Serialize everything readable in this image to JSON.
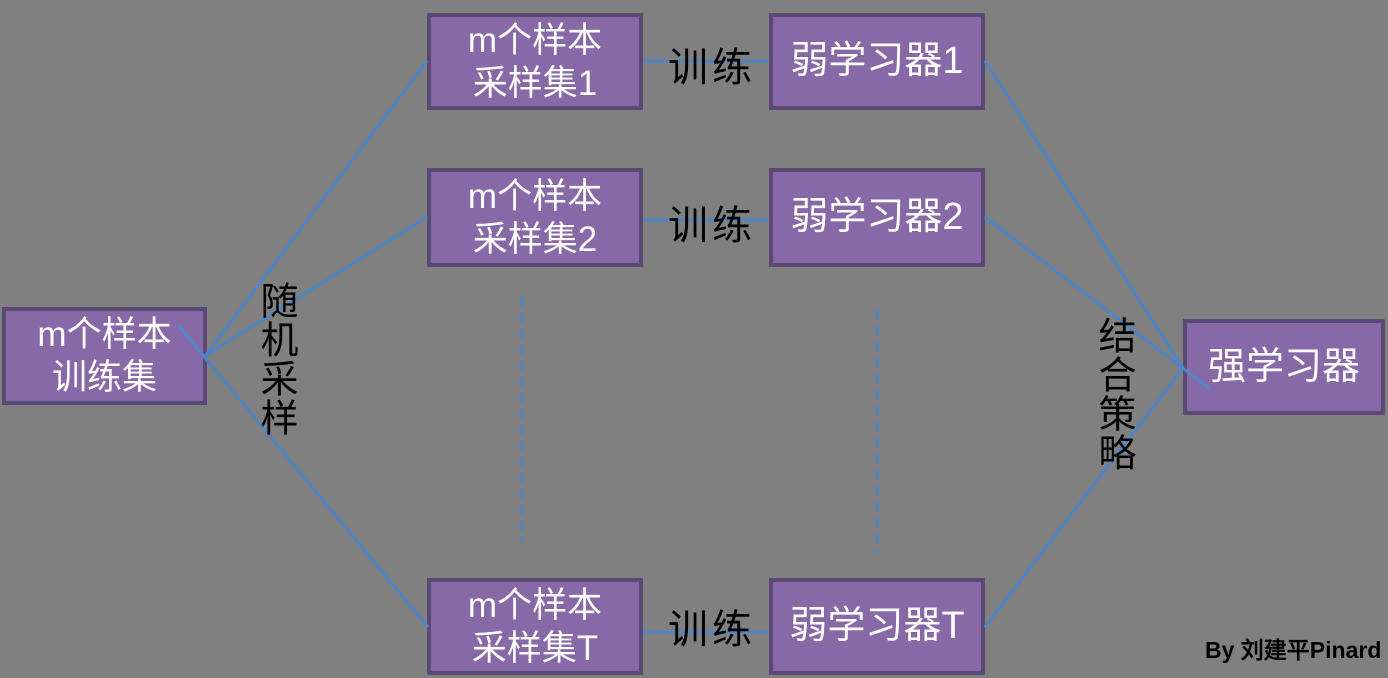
{
  "diagram": {
    "colors": {
      "background": "#808080",
      "node_fill": "#8769A8",
      "node_border": "#5A4875",
      "connector": "#4F86C6",
      "node_text": "#FFFFFF",
      "label_text": "#000000"
    },
    "nodes": {
      "training_set": {
        "line1": "m个样本",
        "line2": "训练集"
      },
      "sample_set_1": {
        "line1": "m个样本",
        "line2": "采样集1"
      },
      "sample_set_2": {
        "line1": "m个样本",
        "line2": "采样集2"
      },
      "sample_set_t": {
        "line1": "m个样本",
        "line2": "采样集T"
      },
      "weak_learner_1": {
        "label": "弱学习器1"
      },
      "weak_learner_2": {
        "label": "弱学习器2"
      },
      "weak_learner_t": {
        "label": "弱学习器T"
      },
      "strong_learner": {
        "label": "强学习器"
      }
    },
    "edge_labels": {
      "random_sampling": "随机采样",
      "train_1": "训练",
      "train_2": "训练",
      "train_t": "训练",
      "combination_strategy": "结合策略"
    },
    "credit": "By 刘建平Pinard"
  }
}
